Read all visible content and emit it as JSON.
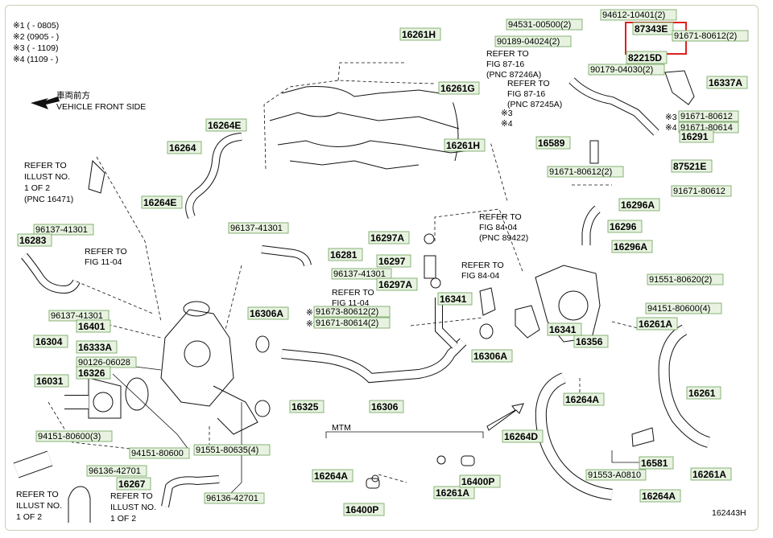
{
  "legend": [
    "※1 (        - 0805)",
    "※2 (0905 -        )",
    "※3 (        - 1109)",
    "※4 (1109 -        )"
  ],
  "front": {
    "jp": "車両前方",
    "en": "VEHICLE FRONT SIDE"
  },
  "notes": {
    "refer_illust_top": [
      "REFER TO",
      "ILLUST NO.",
      "1 OF 2",
      "(PNC 16471)"
    ],
    "refer_fig_87_16a": [
      "REFER TO",
      "FIG 87-16",
      "(PNC 87246A)"
    ],
    "refer_fig_87_16b": [
      "REFER TO",
      "FIG 87-16",
      "(PNC 87245A)"
    ],
    "refer_fig_84_04a": [
      "REFER TO",
      "FIG 84-04",
      "(PNC 89422)"
    ],
    "refer_fig_84_04b": [
      "REFER TO",
      "FIG 84-04"
    ],
    "refer_fig_11_04a": [
      "REFER TO",
      "FIG 11-04"
    ],
    "refer_fig_11_04b": [
      "REFER TO",
      "FIG 11-04"
    ],
    "refer_illust_bl": [
      "REFER TO",
      "ILLUST NO.",
      "1 OF 2"
    ],
    "refer_illust_bm": [
      "REFER TO",
      "ILLUST NO.",
      "1 OF 2"
    ],
    "mtm": "MTM",
    "ref_no": "162443H"
  },
  "parts": [
    "94612-10401(2)",
    "87343E",
    "94531-00500(2)",
    "90189-04024(2)",
    "91671-80612(2)",
    "82215D",
    "90179-04030(2)",
    "16337A",
    "91671-80612",
    "91671-80614",
    "16291",
    "16589",
    "91671-80612(2)",
    "87521E",
    "91671-80612",
    "16296A",
    "16296",
    "16296A",
    "91551-80620(2)",
    "94151-80600(4)",
    "16261A",
    "16261",
    "16261A",
    "16581",
    "91553-A0810",
    "16264A",
    "16264D",
    "16264A",
    "16356",
    "16341",
    "16341",
    "16306A",
    "16306",
    "16325",
    "16306A",
    "91673-80612(2)",
    "91671-80614(2)",
    "96137-41301",
    "16281",
    "96137-41301",
    "16297A",
    "16297",
    "16297A",
    "16261H",
    "16261G",
    "16261H",
    "16264E",
    "16264",
    "16264E",
    "96137-41301",
    "16283",
    "96137-41301",
    "16401",
    "16304",
    "16333A",
    "90126-06028",
    "16031",
    "16326",
    "94151-80600(3)",
    "94151-80600",
    "91551-80635(4)",
    "96136-42701",
    "16267",
    "96136-42701",
    "16264A",
    "16400P",
    "16261A",
    "16400P"
  ],
  "prefix": {
    "m1": "※1",
    "m2": "※2",
    "m3": "※3",
    "m4": "※4"
  },
  "colors": {
    "label_bg": "#e7f3e0",
    "label_border": "#6ea05a",
    "highlight": "#e0201e"
  }
}
